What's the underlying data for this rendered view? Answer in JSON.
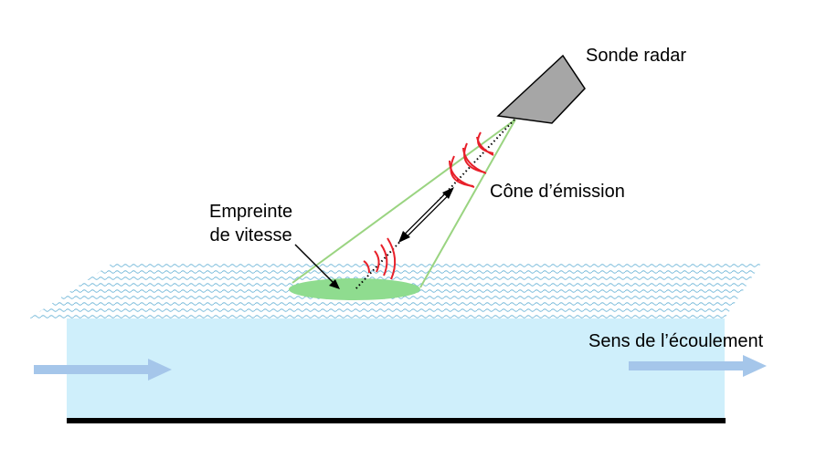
{
  "labels": {
    "probe": "Sonde radar",
    "cone": "Cône d’émission",
    "footprint_line1": "Empreinte",
    "footprint_line2": "de vitesse",
    "flow": "Sens de l’écoulement"
  },
  "colors": {
    "water_body": "#cfeffb",
    "water_surface_waves": "#6fb6d8",
    "channel_bed": "#000000",
    "flow_arrow": "#a5c6ea",
    "probe_fill": "#a6a6a6",
    "cone_lines": "#9ad481",
    "footprint": "#8fdc8f",
    "wave_arcs": "#e8202a",
    "beam_axis": "#000000"
  },
  "icons": {
    "probe": "radar-probe-icon",
    "flow_arrow": "arrow-right-icon"
  }
}
